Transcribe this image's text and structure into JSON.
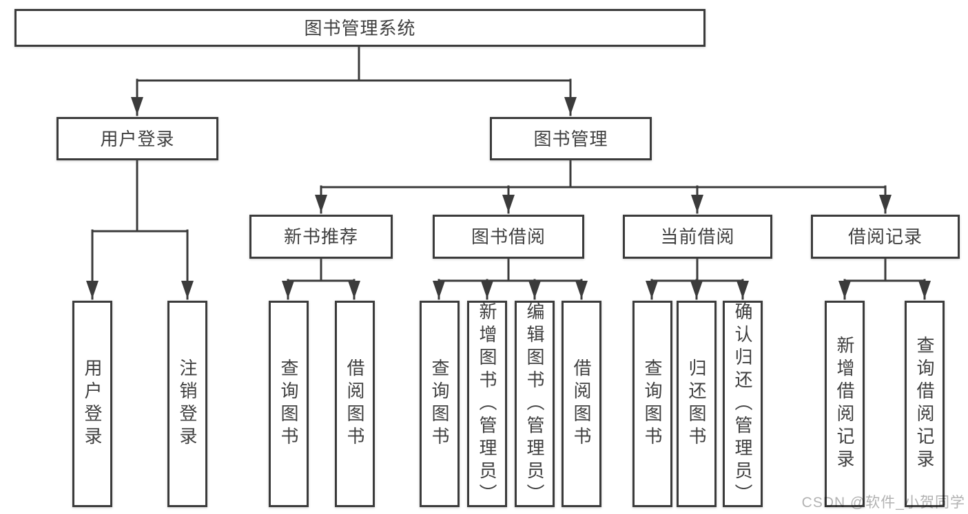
{
  "diagram": {
    "title_node": "图书管理系统",
    "level2": {
      "user_login": "用户登录",
      "book_management": "图书管理"
    },
    "level3": {
      "new_book_recommend": "新书推荐",
      "book_borrow": "图书借阅",
      "current_borrow": "当前借阅",
      "borrow_record": "借阅记录"
    },
    "leaves": {
      "user_login": [
        "用户登录",
        "注销登录"
      ],
      "new_book_recommend": [
        "查询图书",
        "借阅图书"
      ],
      "book_borrow": [
        "查询图书",
        "新增图书（管理员）",
        "编辑图书（管理员）",
        "借阅图书"
      ],
      "current_borrow": [
        "查询图书",
        "归还图书",
        "确认归还（管理员）"
      ],
      "borrow_record": [
        "新增借阅记录",
        "查询借阅记录"
      ]
    },
    "colors": {
      "line": "#3b3b3b",
      "text": "#3f3f3f",
      "node_bg": "#ffffff",
      "watermark": "#b2b2b2"
    }
  },
  "watermark": {
    "text": "CSDN @软件_小贺同学"
  }
}
